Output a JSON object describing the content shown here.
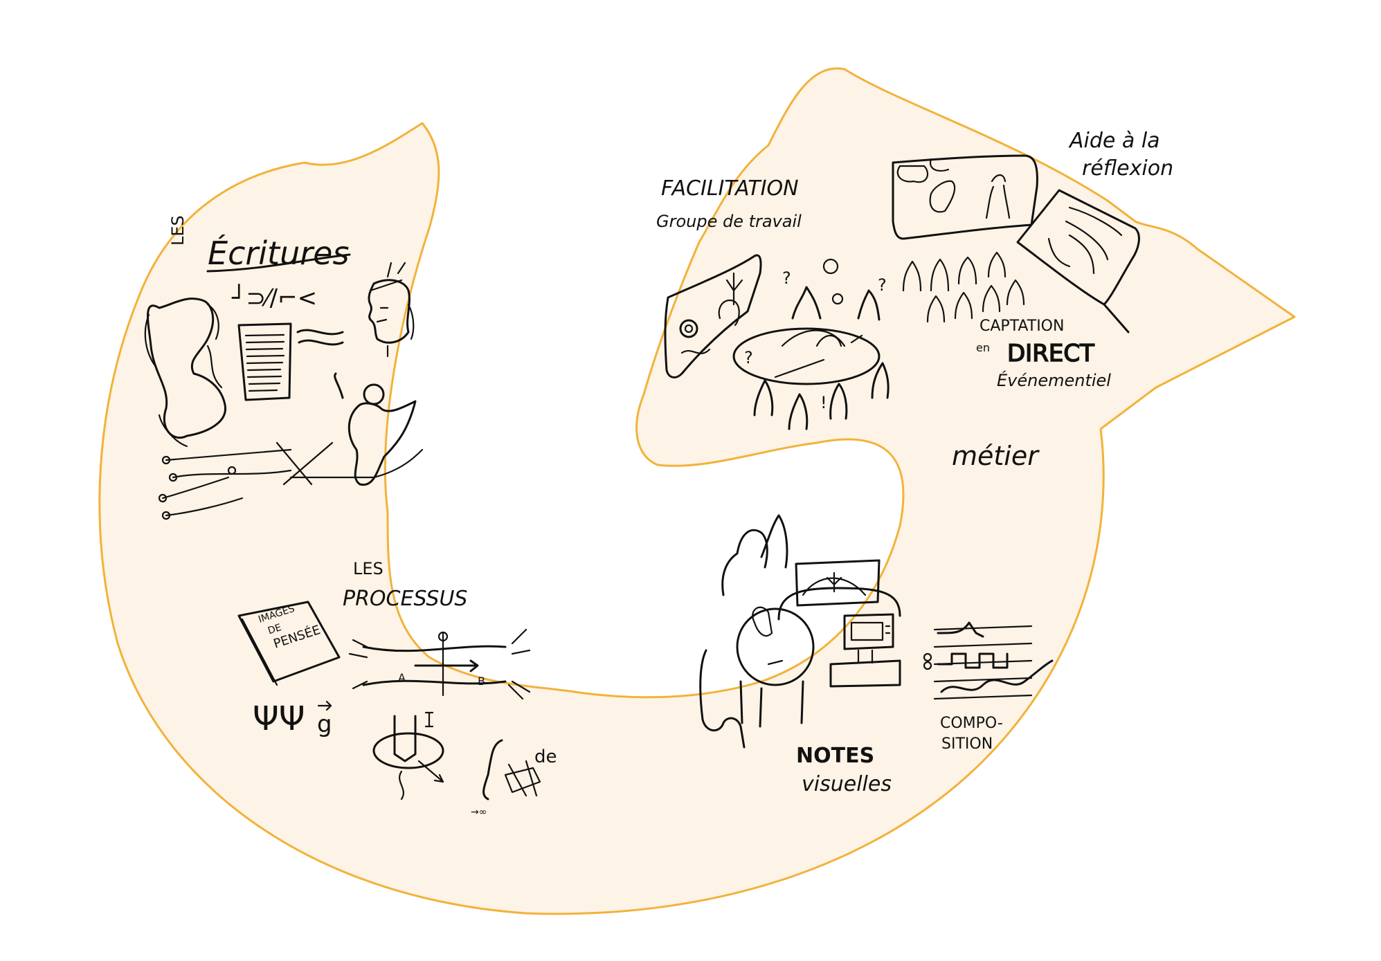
{
  "colors": {
    "arrow_fill": "#fdf3e6",
    "arrow_outline": "#f2b23a",
    "ink": "#111111",
    "label_background": "#ffffff"
  },
  "sections": {
    "ecritures": {
      "prefix": "LES",
      "title": "Écritures",
      "glyphs": "┘⊃⁄/⌐<"
    },
    "processus": {
      "line1": "LES",
      "line2": "PROCESSUS",
      "book_line1": "IMAGES",
      "book_line2": "DE",
      "book_line3": "PENSÉE",
      "symbols": "ΨΨ",
      "vector": "g",
      "point_a": "A",
      "point_b": "B",
      "integral_suffix": "de",
      "infinity": "→∞"
    },
    "facilitation": {
      "title": "FACILITATION",
      "subtitle": "Groupe de travail"
    },
    "aide": {
      "line1": "Aide à la",
      "line2": "réflexion"
    },
    "captation": {
      "line1": "CAPTATION",
      "line2_prefix": "en",
      "line2_main": "DIRECT",
      "line3": "Événementiel"
    },
    "metier": {
      "label": "métier"
    },
    "notes": {
      "line1": "NOTES",
      "line2": "visuelles"
    },
    "composition": {
      "line1": "COMPO-",
      "line2": "SITION"
    }
  },
  "icons": [
    "scroll-map-icon",
    "manuscript-page-icon",
    "indigenous-portrait-icon",
    "dancer-icon",
    "circuit-lines-icon",
    "book-icon",
    "flow-diagram-icon",
    "rotation-arrow-icon",
    "integral-icon",
    "tablet-drawing-icon",
    "meeting-group-icon",
    "audience-icon",
    "projection-screen-icon",
    "easel-icon",
    "desk-monitor-icon",
    "music-staff-icon"
  ]
}
